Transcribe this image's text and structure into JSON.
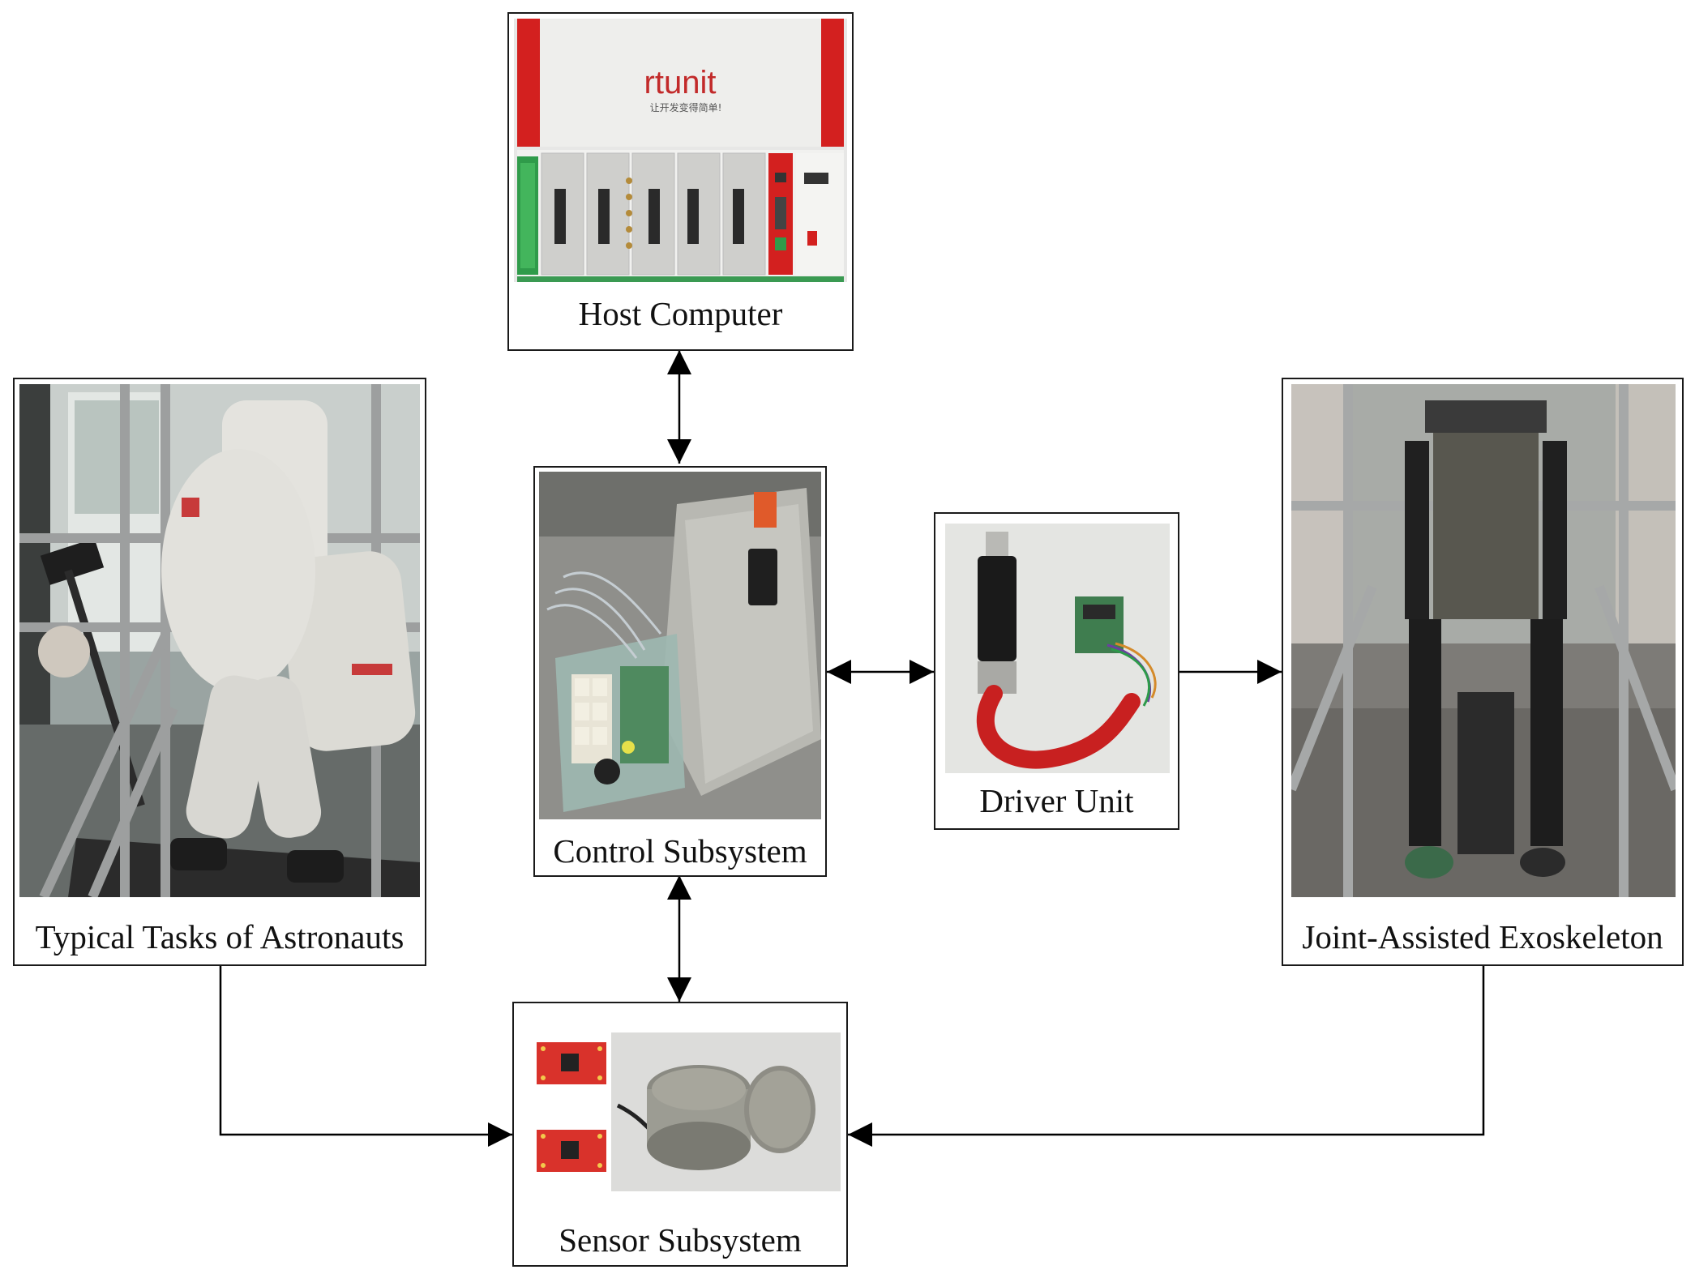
{
  "diagram": {
    "nodes": {
      "host_computer": {
        "label": "Host Computer",
        "brand_text": "rtunit",
        "brand_subtext": "让开发变得简单!"
      },
      "control_subsystem": {
        "label": "Control Subsystem"
      },
      "driver_unit": {
        "label": "Driver Unit"
      },
      "typical_tasks": {
        "label": "Typical Tasks of Astronauts"
      },
      "exoskeleton": {
        "label": "Joint-Assisted Exoskeleton"
      },
      "sensor_subsystem": {
        "label": "Sensor Subsystem"
      }
    },
    "edges": [
      {
        "from": "host_computer",
        "to": "control_subsystem",
        "direction": "both"
      },
      {
        "from": "control_subsystem",
        "to": "sensor_subsystem",
        "direction": "both"
      },
      {
        "from": "control_subsystem",
        "to": "driver_unit",
        "direction": "both"
      },
      {
        "from": "driver_unit",
        "to": "exoskeleton",
        "direction": "forward"
      },
      {
        "from": "typical_tasks",
        "to": "sensor_subsystem",
        "direction": "forward"
      },
      {
        "from": "exoskeleton",
        "to": "sensor_subsystem",
        "direction": "forward"
      }
    ],
    "colors": {
      "line": "#000000",
      "box_border": "#1a1a1a",
      "rtunit_red": "#d3201f",
      "pcb_red": "#d9322b"
    }
  }
}
